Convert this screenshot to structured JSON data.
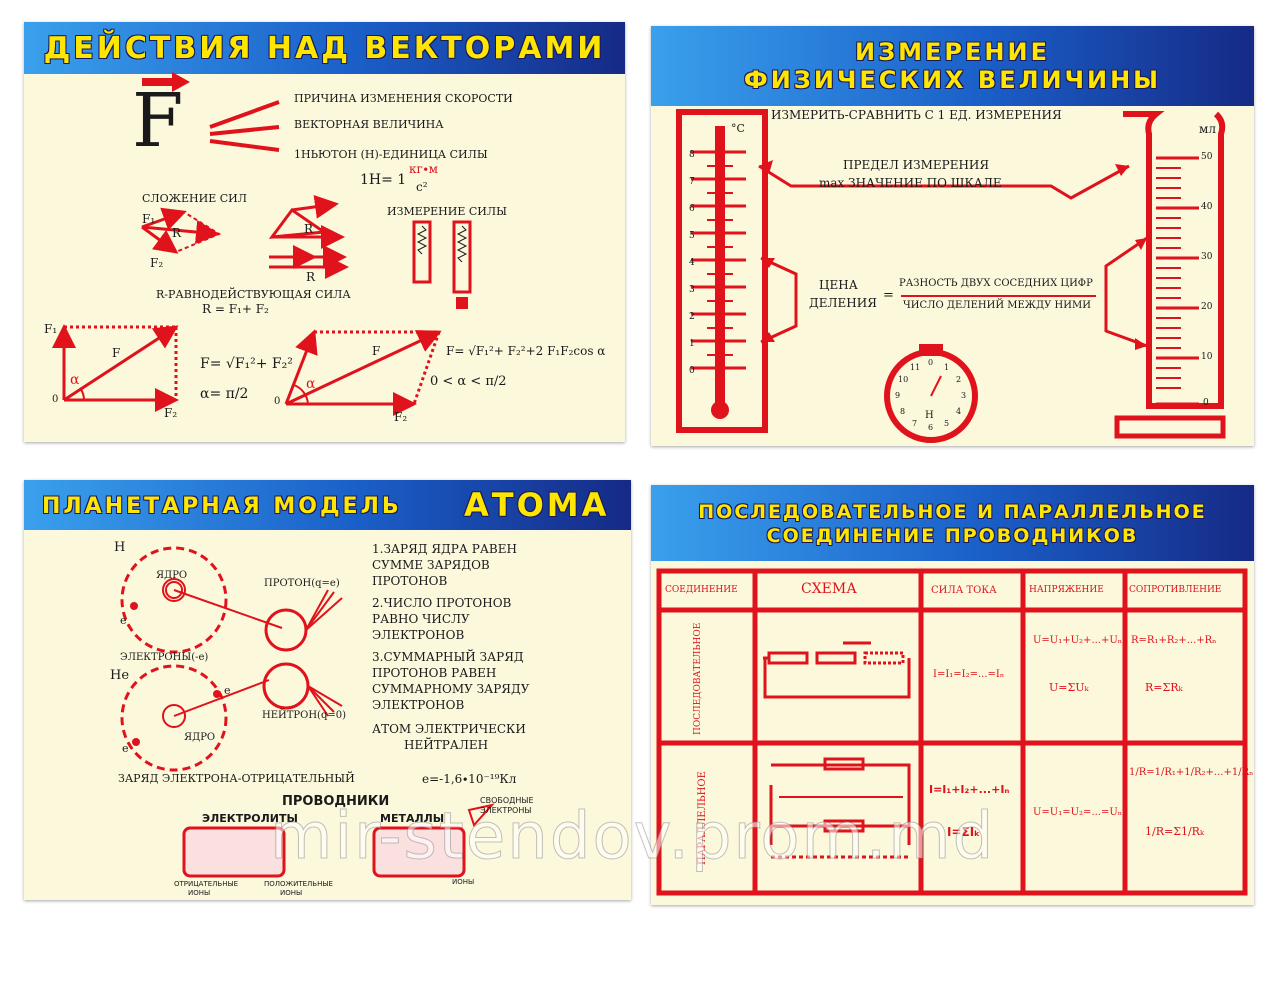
{
  "panel_vectors": {
    "title": "ДЕЙСТВИЯ НАД ВЕКТОРАМИ",
    "force_symbol": "F",
    "line1": "ПРИЧИНА ИЗМЕНЕНИЯ СКОРОСТИ",
    "line2": "ВЕКТОРНАЯ ВЕЛИЧИНА",
    "line3": "1НЬЮТОН (Н)-ЕДИНИЦА СИЛЫ",
    "newton_formula": "1Н= 1",
    "newton_num": "кг∙м",
    "newton_den": "с²",
    "addition_label": "СЛОЖЕНИЕ СИЛ",
    "measure_label": "ИЗМЕРЕНИЕ СИЛЫ",
    "resultant_label": "R-РАВНОДЕЙСТВУЮЩАЯ СИЛА",
    "resultant_formula": "R = F₁+ F₂",
    "pyth_formula": "F= √F₁²+ F₂²",
    "alpha_formula": "α= π/2",
    "cos_formula": "F= √F₁²+ F₂²+2 F₁F₂cos α",
    "range_formula": "0 < α < π/2",
    "lbl_R": "R",
    "lbl_F": "F",
    "lbl_F1": "F₁",
    "lbl_F2": "F₂",
    "lbl_alpha": "α",
    "lbl_zero": "0"
  },
  "panel_measure": {
    "title_line1": "ИЗМЕРЕНИЕ",
    "title_line2": "ФИЗИЧЕСКИХ ВЕЛИЧИНЫ",
    "measure_def": "ИЗМЕРИТЬ-СРАВНИТЬ С 1 ЕД. ИЗМЕРЕНИЯ",
    "limit_line1": "ПРЕДЕЛ ИЗМЕРЕНИЯ",
    "limit_line2": "max ЗНАЧЕНИЕ ПО ШКАЛЕ",
    "division_line1": "ЦЕНА",
    "division_line2": "ДЕЛЕНИЯ",
    "division_eq": "=",
    "fraction_num": "РАЗНОСТЬ ДВУХ СОСЕДНИХ ЦИФР",
    "fraction_den": "ЧИСЛО ДЕЛЕНИЙ МЕЖДУ НИМИ",
    "thermo_unit": "°С",
    "cylinder_unit": "мл",
    "thermo_ticks": [
      "8",
      "7",
      "6",
      "5",
      "4",
      "3",
      "2",
      "1",
      "0"
    ],
    "cylinder_ticks": [
      "50",
      "40",
      "30",
      "20",
      "10",
      "0"
    ],
    "dial_unit": "Н",
    "dial_numbers": [
      "0",
      "1",
      "2",
      "3",
      "4",
      "5",
      "6",
      "7",
      "8",
      "9",
      "10",
      "11"
    ]
  },
  "panel_atom": {
    "title_part1": "ПЛАНЕТАРНАЯ МОДЕЛЬ",
    "title_part2": "АТОМА",
    "h_label": "H",
    "he_label": "He",
    "nucleus1": "ЯДРО",
    "nucleus2": "ЯДРО",
    "electron": "e",
    "electrons_label": "ЭЛЕКТРОНЫ(-е)",
    "proton_label": "ПРОТОН(q=e)",
    "neutron_label": "НЕЙТРОН(q=0)",
    "fact1": [
      "1.ЗАРЯД ЯДРА РАВЕН",
      "СУММЕ ЗАРЯДОВ",
      "ПРОТОНОВ"
    ],
    "fact2": [
      "2.ЧИСЛО ПРОТОНОВ",
      "РАВНО ЧИСЛУ",
      "ЭЛЕКТРОНОВ"
    ],
    "fact3": [
      "3.СУММАРНЫЙ ЗАРЯД",
      "ПРОТОНОВ РАВЕН",
      "СУММАРНОМУ ЗАРЯДУ",
      "ЭЛЕКТРОНОВ"
    ],
    "fact4": [
      "АТОМ ЭЛЕКТРИЧЕСКИ",
      "НЕЙТРАЛЕН"
    ],
    "charge_text": "ЗАРЯД ЭЛЕКТРОНА-ОТРИЦАТЕЛЬНЫЙ",
    "charge_formula": "e=-1,6∙10⁻¹⁹Кл",
    "conductors": "ПРОВОДНИКИ",
    "electrolytes": "ЭЛЕКТРОЛИТЫ",
    "metals": "МЕТАЛЛЫ",
    "free_electrons": [
      "СВОБОДНЫЕ",
      "ЭЛЕКТРОНЫ"
    ],
    "neg_ions": [
      "ОТРИЦАТЕЛЬНЫЕ",
      "ИОНЫ"
    ],
    "pos_ions": [
      "ПОЛОЖИТЕЛЬНЫЕ",
      "ИОНЫ"
    ],
    "ions": "ИОНЫ"
  },
  "panel_circuits": {
    "title_line1": "ПОСЛЕДОВАТЕЛЬНОЕ И ПАРАЛЛЕЛЬНОЕ",
    "title_line2": "СОЕДИНЕНИЕ ПРОВОДНИКОВ",
    "headers": [
      "СОЕДИНЕНИЕ",
      "СХЕМА",
      "СИЛА ТОКА",
      "НАПРЯЖЕНИЕ",
      "СОПРОТИВЛЕНИЕ"
    ],
    "row1": {
      "name": "ПОСЛЕДОВАТЕЛЬНОЕ",
      "current": "I=I₁=I₂=...=Iₙ",
      "voltage": "U=U₁+U₂+...+Uₙ",
      "voltage_sum": "U=ΣUₖ",
      "resistance": "R=R₁+R₂+...+Rₙ",
      "resistance_sum": "R=ΣRₖ"
    },
    "row2": {
      "name": "ПАРАЛЛЕЛЬНОЕ",
      "current": "I=I₁+I₂+...+Iₙ",
      "current_sum": "I=ΣIₖ",
      "voltage": "U=U₁=U₂=...=Uₙ",
      "resistance": "1/R=1/R₁+1/R₂+...+1/Rₙ",
      "resistance_sum": "1/R=Σ1/Rₖ"
    }
  },
  "watermark": "mir-stendov.prom.md",
  "colors": {
    "accent": "#e0121b",
    "title": "#ffe600",
    "banner": "#1a5fc8",
    "background": "#fbf8dc"
  }
}
